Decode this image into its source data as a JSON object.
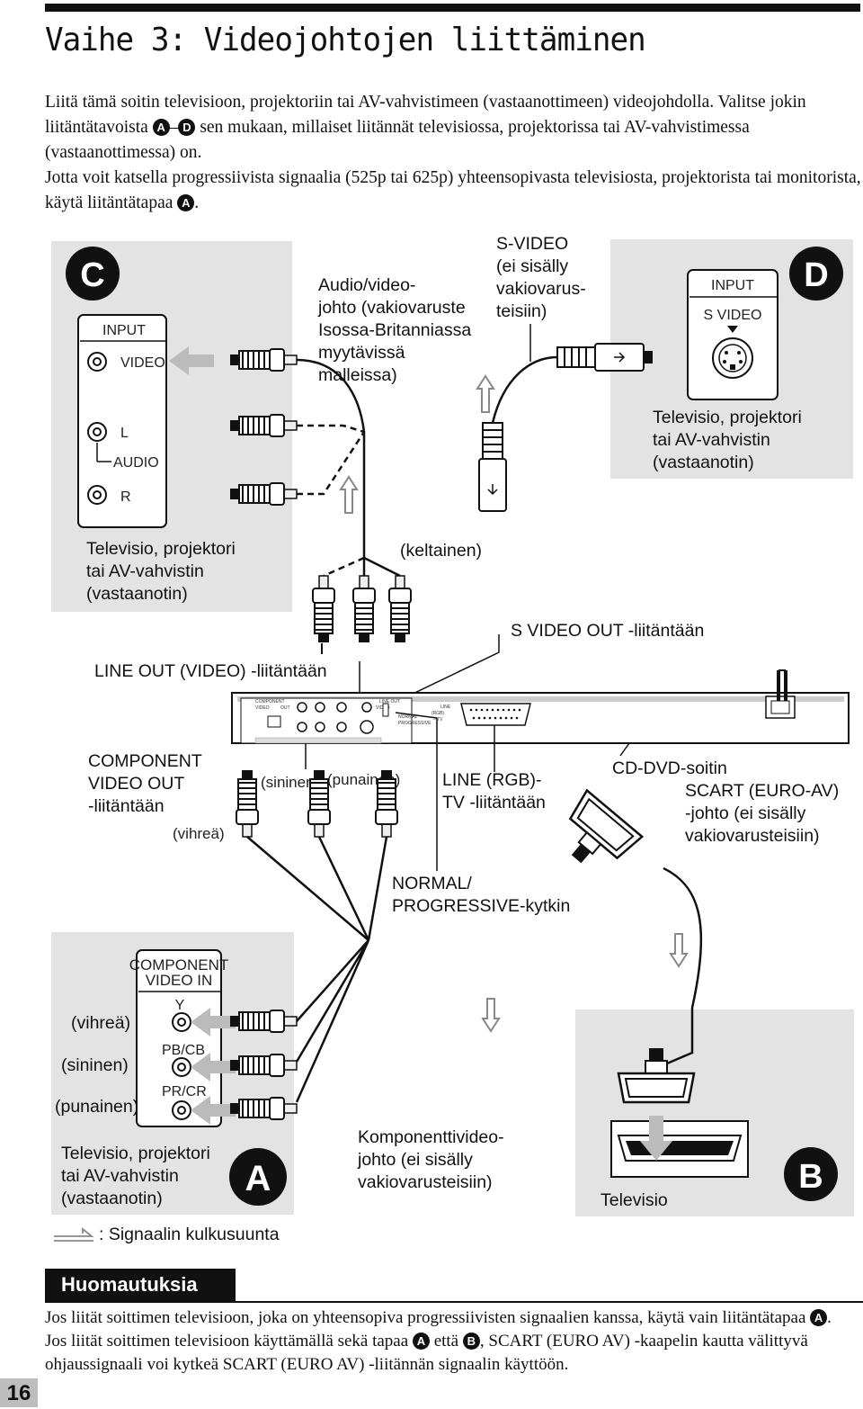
{
  "page": {
    "title": "Vaihe 3: Videojohtojen liittäminen",
    "page_number": "16"
  },
  "intro": {
    "p1_a": "Liitä tämä soitin televisioon, projektoriin tai AV-vahvistimeen (vastaanottimeen) videojohdolla. Valitse jokin liitäntätavoista ",
    "p1_b": " sen mukaan, millaiset liitännät televisiossa, projektorissa tai AV-vahvistimessa (vastaanottimessa) on.",
    "p2_a": "Jotta voit katsella progressiivista signaalia (525p tai 625p) yhteensopivasta televisiosta, projektorista tai monitorista, käytä liitäntätapaa ",
    "p2_b": ".",
    "dash": "–"
  },
  "methods": {
    "a": "A",
    "b": "B",
    "c": "C",
    "d": "D"
  },
  "diagram": {
    "c": {
      "input": "INPUT",
      "video": "VIDEO",
      "l": "L",
      "audio": "AUDIO",
      "r": "R",
      "device": [
        "Televisio, projektori",
        "tai AV-vahvistin",
        "(vastaanotin)"
      ]
    },
    "d": {
      "input": "INPUT",
      "svideo": "S VIDEO",
      "device": [
        "Televisio, projektori",
        "tai AV-vahvistin",
        "(vastaanotin)"
      ]
    },
    "av_cable": [
      "Audio/video-",
      "johto (vakiovaruste",
      "Isossa-Britanniassa",
      "myytävissä",
      "malleissa)"
    ],
    "svideo_cable": [
      "S-VIDEO",
      "(ei sisälly",
      "vakiovarus-",
      "teisiin)"
    ],
    "yellow": "(keltainen)",
    "svideo_out": "S VIDEO OUT -liitäntään",
    "line_out_video": "LINE OUT (VIDEO) -liitäntään",
    "component_out": [
      "COMPONENT",
      "VIDEO OUT",
      "-liitäntään"
    ],
    "green": "(vihreä)",
    "blue": "(sininen)",
    "red": "(punainen)",
    "line_rgb": [
      "LINE (RGB)-",
      "TV -liitäntään"
    ],
    "player": "CD-DVD-soitin",
    "scart_cable": [
      "SCART (EURO-AV)",
      "-johto (ei sisälly",
      "vakiovarusteisiin)"
    ],
    "switch": [
      "NORMAL/",
      "PROGRESSIVE-kytkin"
    ],
    "a": {
      "component_in": [
        "COMPONENT",
        "VIDEO IN"
      ],
      "y": "Y",
      "pb": "PB/CB",
      "pr": "PR/CR",
      "green": "(vihreä)",
      "blue": "(sininen)",
      "red": "(punainen)",
      "device": [
        "Televisio, projektori",
        "tai AV-vahvistin",
        "(vastaanotin)"
      ]
    },
    "component_cable": [
      "Komponenttivideo-",
      "johto (ei sisälly",
      "vakiovarusteisiin)"
    ],
    "tv": "Televisio",
    "signal_flow": ": Signaalin kulkusuunta",
    "panel": {
      "component": "COMPONENT",
      "video": "VIDEO",
      "out": "OUT",
      "line_out": "LINE OUT",
      "normal": "NORMAL",
      "progressive": "PROGRESSIVE",
      "line": "LINE",
      "rgb": "(RGB)",
      "tv": "– TV"
    }
  },
  "notes": {
    "heading": "Huomautuksia",
    "t1": "Jos liität soittimen televisioon, joka on yhteensopiva progressiivisten signaalien kanssa, käytä vain liitäntätapaa ",
    "t2": ". Jos liität soittimen televisioon käyttämällä sekä tapaa ",
    "t3": " että ",
    "t4": ", SCART (EURO AV) -kaapelin kautta välittyvä ohjaussignaali voi kytkeä SCART (EURO AV) -liitännän signaalin käyttöön."
  }
}
